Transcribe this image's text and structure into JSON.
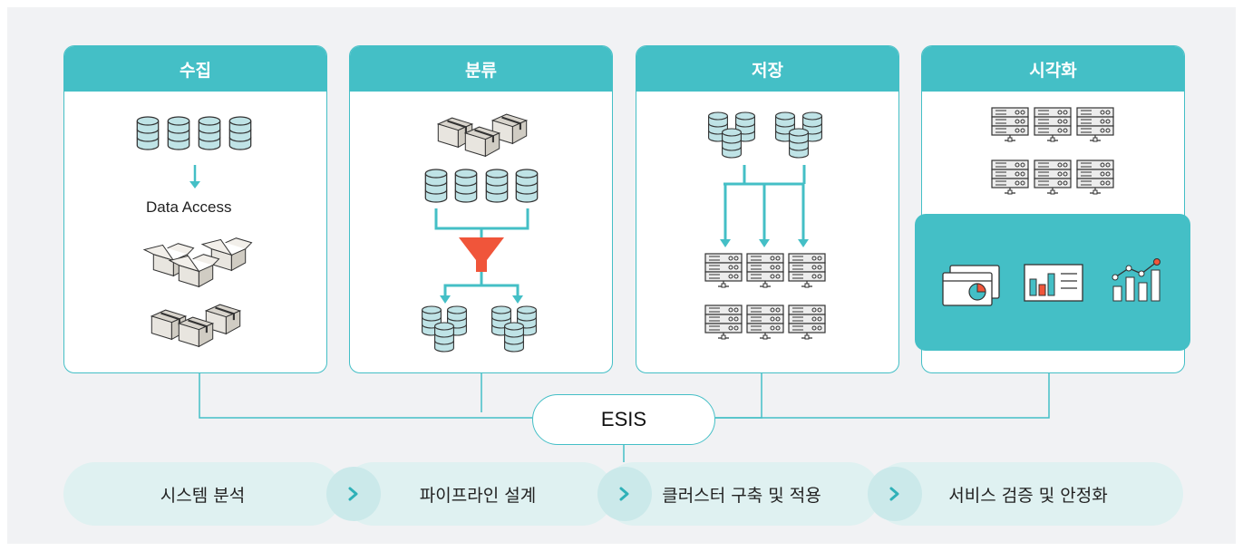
{
  "cards": [
    {
      "title": "수집"
    },
    {
      "title": "분류"
    },
    {
      "title": "저장"
    },
    {
      "title": "시각화"
    }
  ],
  "collect": {
    "label": "Data Access"
  },
  "center": {
    "label": "ESIS"
  },
  "steps": [
    {
      "label": "시스템 분석"
    },
    {
      "label": "파이프라인 설계"
    },
    {
      "label": "클러스터 구축 및 적용"
    },
    {
      "label": "서비스 검증 및 안정화"
    }
  ],
  "colors": {
    "accent": "#44bfc6",
    "funnel": "#f0553a",
    "step_bg": "#dff1f1",
    "chevron_bg": "#cbe9ea",
    "chevron": "#2fb1b8",
    "panel_bg": "#f1f2f4"
  },
  "icons": [
    "database-icon",
    "arrow-down-icon",
    "open-box-icon",
    "closed-box-icon",
    "funnel-icon",
    "server-rack-icon",
    "pie-chart-window-icon",
    "bar-chart-document-icon",
    "bar-trend-chart-icon",
    "chevron-right-icon"
  ]
}
